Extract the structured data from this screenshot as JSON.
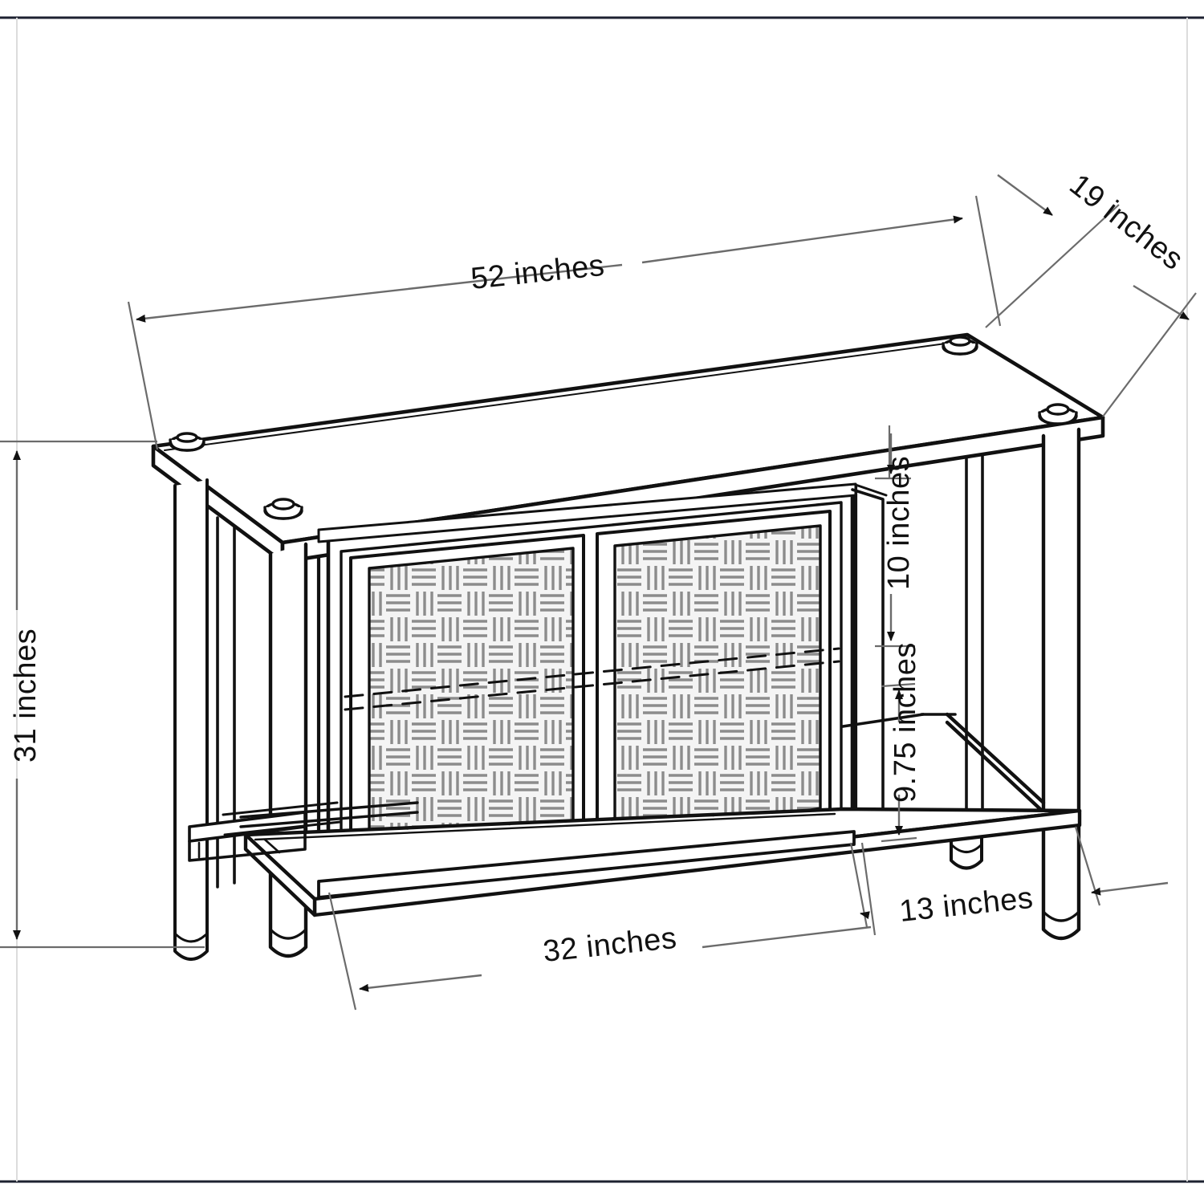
{
  "diagram": {
    "title": "TV Stand / Media Console Dimension Diagram",
    "subject": "two-door media console with woven rattan panel doors, glass top and lower shelf",
    "projection": "isometric line drawing",
    "units": "inches",
    "line_color": "#111111",
    "weave_color": "#8a8a8a",
    "weave_fill": "#f2f2f2",
    "dimension_line_color": "#6b6b6b",
    "border_color": "#1d2130",
    "background": "#ffffff"
  },
  "dimensions": {
    "width_top": {
      "label": "52 inches",
      "value": 52,
      "unit": "inches",
      "rotation": -6,
      "measures": "overall width of top panel"
    },
    "depth_top": {
      "label": "19 inches",
      "value": 19,
      "unit": "inches",
      "rotation": 38,
      "measures": "overall depth of top panel"
    },
    "height_overall": {
      "label": "31 inches",
      "value": 31,
      "unit": "inches",
      "rotation": -90,
      "measures": "overall height"
    },
    "door_height": {
      "label": "10 inches",
      "value": 10,
      "unit": "inches",
      "rotation": -90,
      "measures": "upper compartment opening height"
    },
    "shelf_clearance": {
      "label": "9.75 inches",
      "value": 9.75,
      "unit": "inches",
      "rotation": -90,
      "measures": "lower shelf clearance height"
    },
    "shelf_depth": {
      "label": "13 inches",
      "value": 13,
      "unit": "inches",
      "rotation": -6,
      "measures": "lower shelf depth"
    },
    "shelf_width": {
      "label": "32 inches",
      "value": 32,
      "unit": "inches",
      "rotation": -6,
      "measures": "lower shelf width"
    }
  },
  "labels_ordered": [
    "52 inches",
    "19 inches",
    "31 inches",
    "10 inches",
    "9.75 inches",
    "13 inches",
    "32 inches"
  ],
  "parts": {
    "top_panel": "glass top with four rubber grommets",
    "grommet_count": 4,
    "doors": 2,
    "door_pattern": "basket weave",
    "legs": 4,
    "lower_shelf": "open shelf"
  }
}
